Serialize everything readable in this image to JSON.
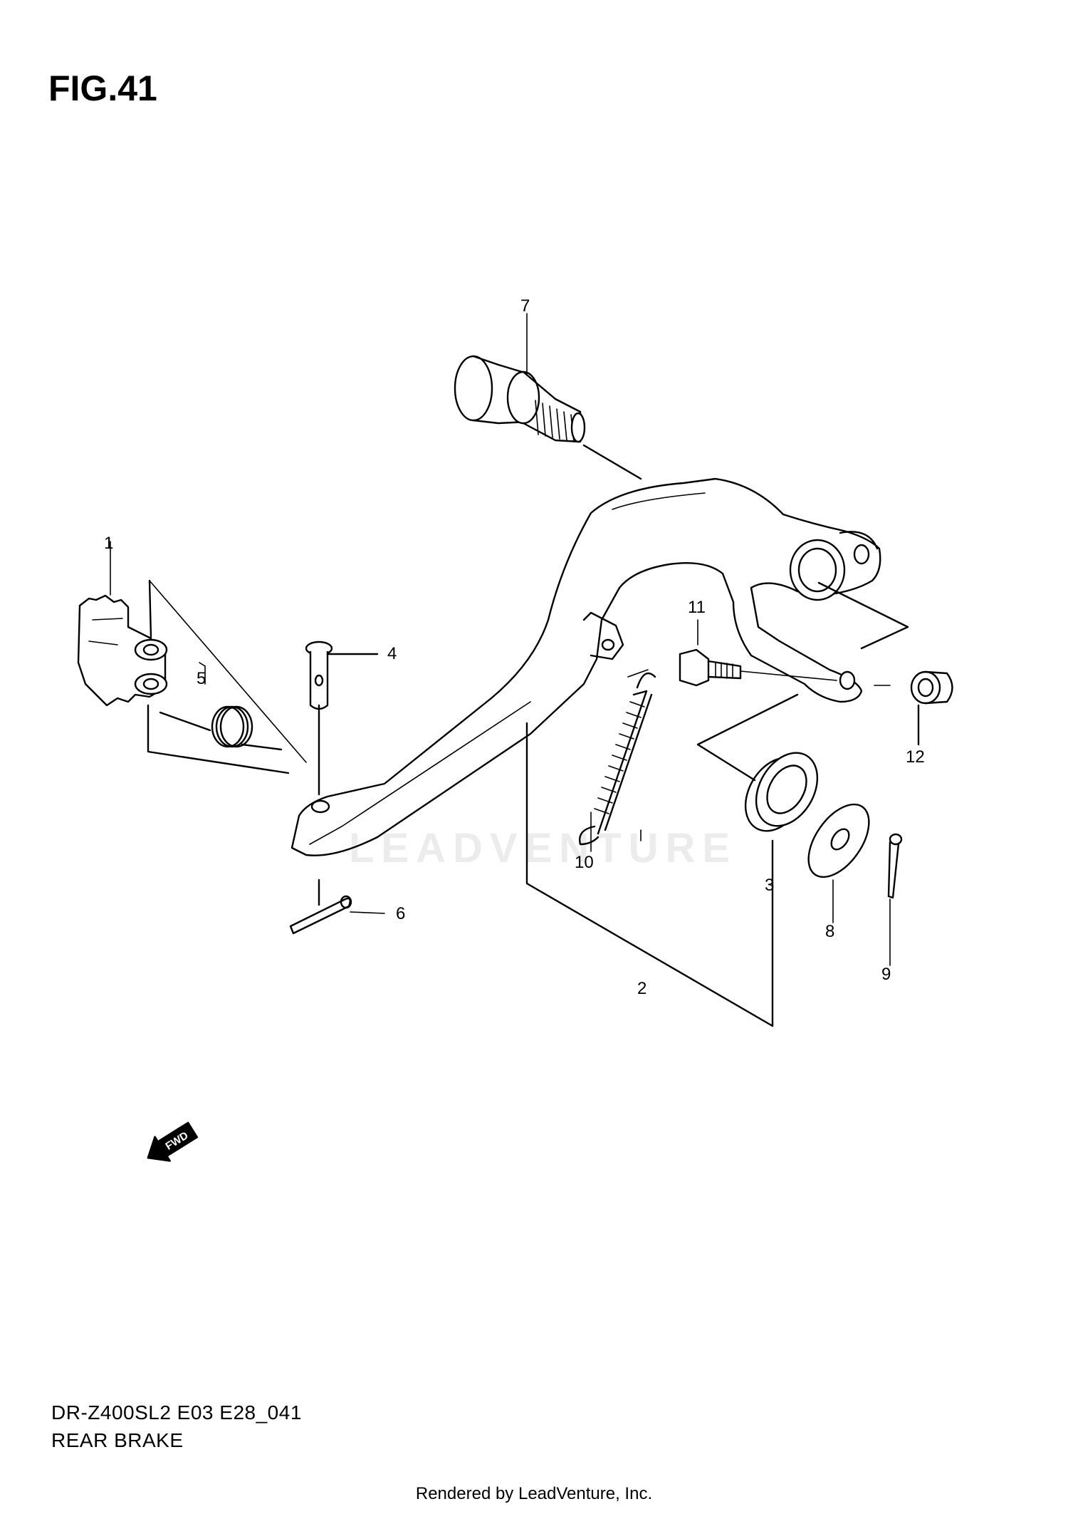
{
  "figure": {
    "title": "FIG.41",
    "model_code": "DR-Z400SL2  E03  E28_041",
    "section_name": "REAR BRAKE",
    "footer": "Rendered by LeadVenture, Inc.",
    "watermark": "LEADVENTURE",
    "fwd_arrow_label": "FWD"
  },
  "callouts": [
    {
      "id": "1",
      "part": "brake-pedal-adjuster"
    },
    {
      "id": "2",
      "part": "rear-brake-pedal"
    },
    {
      "id": "3",
      "part": "oil-seal"
    },
    {
      "id": "4",
      "part": "clevis-pin"
    },
    {
      "id": "5",
      "part": "torsion-spring"
    },
    {
      "id": "6",
      "part": "cotter-pin"
    },
    {
      "id": "7",
      "part": "pivot-bolt"
    },
    {
      "id": "8",
      "part": "washer"
    },
    {
      "id": "9",
      "part": "cotter-pin"
    },
    {
      "id": "10",
      "part": "return-spring"
    },
    {
      "id": "11",
      "part": "bolt"
    },
    {
      "id": "12",
      "part": "bushing"
    }
  ]
}
